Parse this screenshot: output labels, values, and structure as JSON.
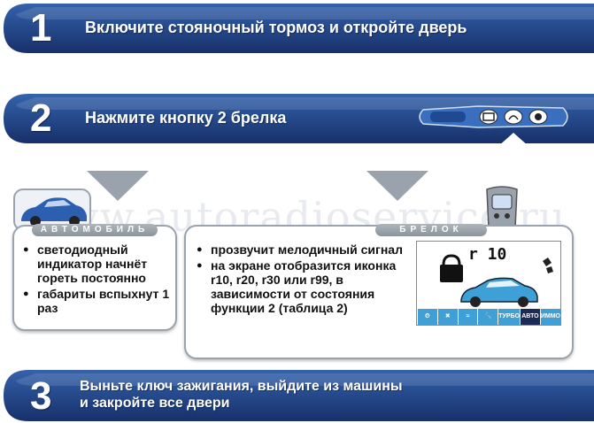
{
  "steps": [
    {
      "number": "1",
      "text": "Включите стояночный тормоз и откройте дверь"
    },
    {
      "number": "2",
      "text": "Нажмите кнопку 2 брелка"
    },
    {
      "number": "3",
      "line1": "Выньте ключ зажигания, выйдите из машины",
      "line2": "и закройте все двери"
    }
  ],
  "car_panel": {
    "label": "АВТОМОБИЛЬ",
    "items": [
      "светодиодный индикатор начнёт гореть постоянно",
      "габариты вспыхнут 1 раз"
    ]
  },
  "fob_panel": {
    "label": "БРЕЛОК",
    "items": [
      "прозвучит мелодичный сигнал",
      "на экране отобразится иконка r10, r20, r30 или r99, в зависимости от состояния функции 2 (таблица 2)"
    ]
  },
  "lcd": {
    "code": "r 10",
    "modes": [
      "⏲",
      "✖",
      "≈",
      "🔧",
      "ТУРБО",
      "АВТО",
      "ИММО"
    ],
    "selected_mode": "АВТО"
  },
  "watermark": "www.autoradioservice.ru",
  "colors": {
    "banner": "#1c3a7a",
    "banner_light": "#2f5aa3",
    "panel_border": "#9aa3ad",
    "lcd_blue": "#3fa0d8"
  },
  "icons": [
    "remote-fob-icon",
    "car-icon",
    "fob-icon",
    "lock-icon",
    "car-display-icon"
  ]
}
